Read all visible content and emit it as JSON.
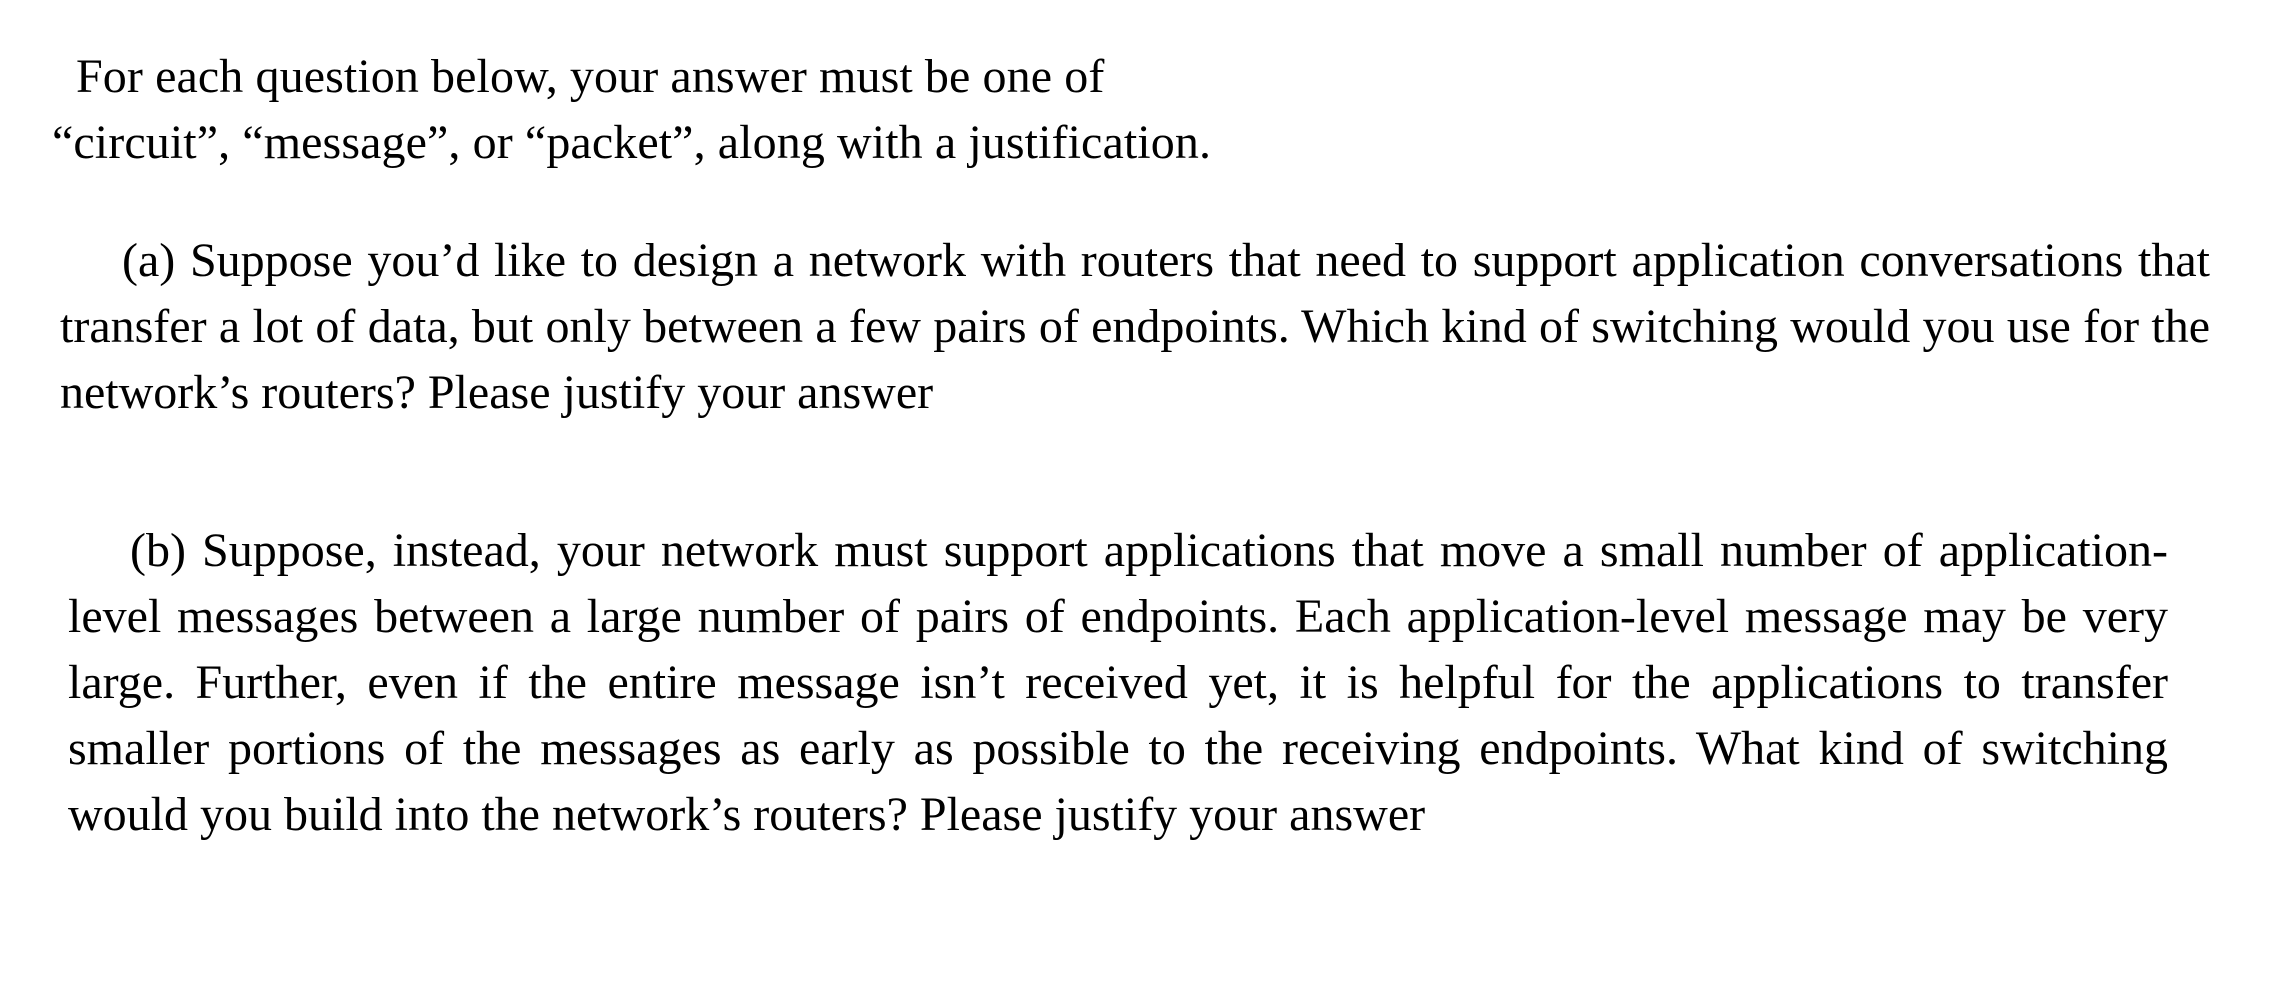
{
  "document": {
    "intro": {
      "line_1": "For each question below, your answer must be one of",
      "line_2": "“circuit”, “message”, or “packet”, along with a justification."
    },
    "questions": [
      {
        "label": "(a)",
        "text": "(a) Suppose you’d like to design a network with routers that need to support application conversations that transfer a lot of data, but only between a few pairs of endpoints.  Which kind of switching would you use for the network’s routers? Please justify your answer"
      },
      {
        "label": "(b)",
        "text": "(b) Suppose, instead, your network must support applications that move a small number of application-level messages between a large number of pairs of endpoints.  Each application-level message may be very large.  Further, even if the entire message isn’t received yet, it is helpful for the applications to transfer smaller portions of the messages as early as possible to the receiving endpoints. What kind of switching would you build into the network’s routers? Please justify your answer"
      }
    ],
    "answer_options": [
      "circuit",
      "message",
      "packet"
    ],
    "colors": {
      "page_background": "#ffffff",
      "text": "#000000"
    }
  }
}
